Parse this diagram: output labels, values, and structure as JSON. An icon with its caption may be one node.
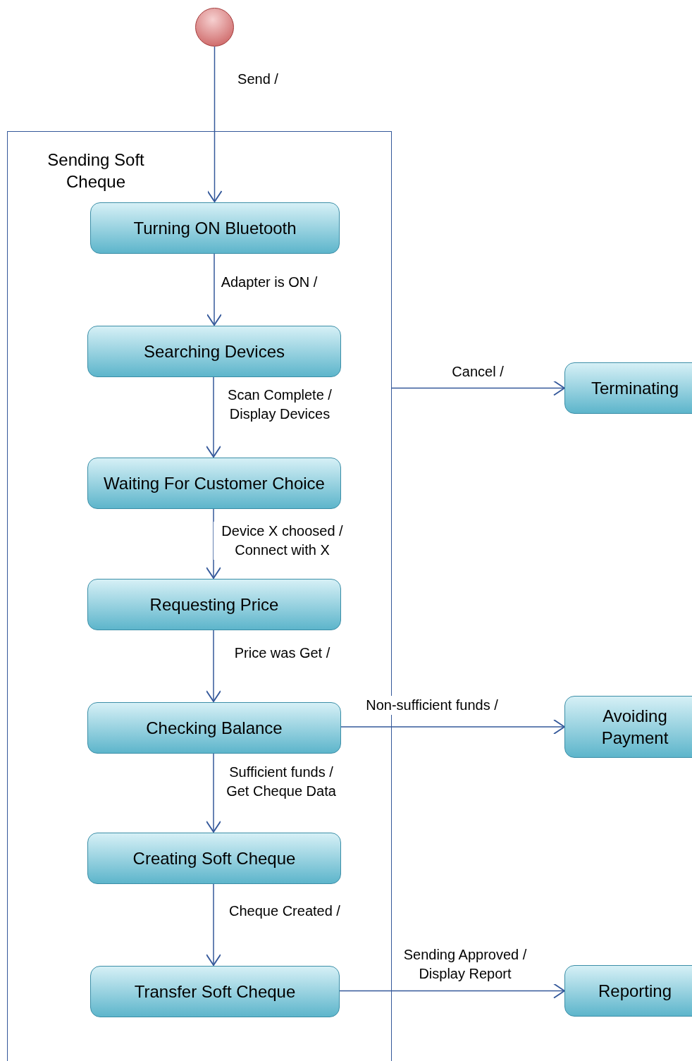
{
  "diagram": {
    "nodes": [
      {
        "text": [],
        "shape": "circle"
      },
      {
        "text": [
          "Sending Soft Cheque"
        ]
      },
      {
        "text": [
          "Turning ON Bluetooth"
        ],
        "in": 1
      },
      {
        "text": [
          "Searching Devices"
        ],
        "in": 1
      },
      {
        "text": [
          "Waiting For Customer Choice"
        ],
        "in": 1
      },
      {
        "text": [
          "Requesting Price"
        ],
        "in": 1
      },
      {
        "text": [
          "Checking Balance"
        ],
        "in": 1
      },
      {
        "text": [
          "Creating Soft Cheque"
        ],
        "in": 1
      },
      {
        "text": [
          "Transfer Soft Cheque"
        ],
        "in": 1
      },
      {
        "text": [
          "Terminating"
        ]
      },
      {
        "text": [
          "Avoiding Payment"
        ]
      },
      {
        "text": [
          "Reporting"
        ]
      }
    ],
    "edges": [
      {
        "from": 0,
        "to": 2,
        "arrow": "to",
        "label": "Send /"
      },
      {
        "from": 2,
        "to": 3,
        "arrow": "to",
        "label": "Adapter is ON /"
      },
      {
        "from": 3,
        "to": 4,
        "arrow": "to",
        "label": "Scan Complete / Display Devices"
      },
      {
        "from": 4,
        "to": 5,
        "arrow": "to",
        "label": "Device X choosed / Connect with X"
      },
      {
        "from": 5,
        "to": 6,
        "arrow": "to",
        "label": "Price was Get /"
      },
      {
        "from": 6,
        "to": 10,
        "arrow": "to",
        "label": "Non-sufficient funds /"
      },
      {
        "from": 6,
        "to": 7,
        "arrow": "to",
        "label": "Sufficient funds / Get Cheque Data"
      },
      {
        "from": 7,
        "to": 8,
        "arrow": "to",
        "label": "Cheque Created /"
      },
      {
        "from": 8,
        "to": 11,
        "arrow": "to",
        "label": "Sending Approved / Display Report"
      },
      {
        "from": 1,
        "to": 9,
        "arrow": "to",
        "label": "Cancel /"
      }
    ]
  }
}
